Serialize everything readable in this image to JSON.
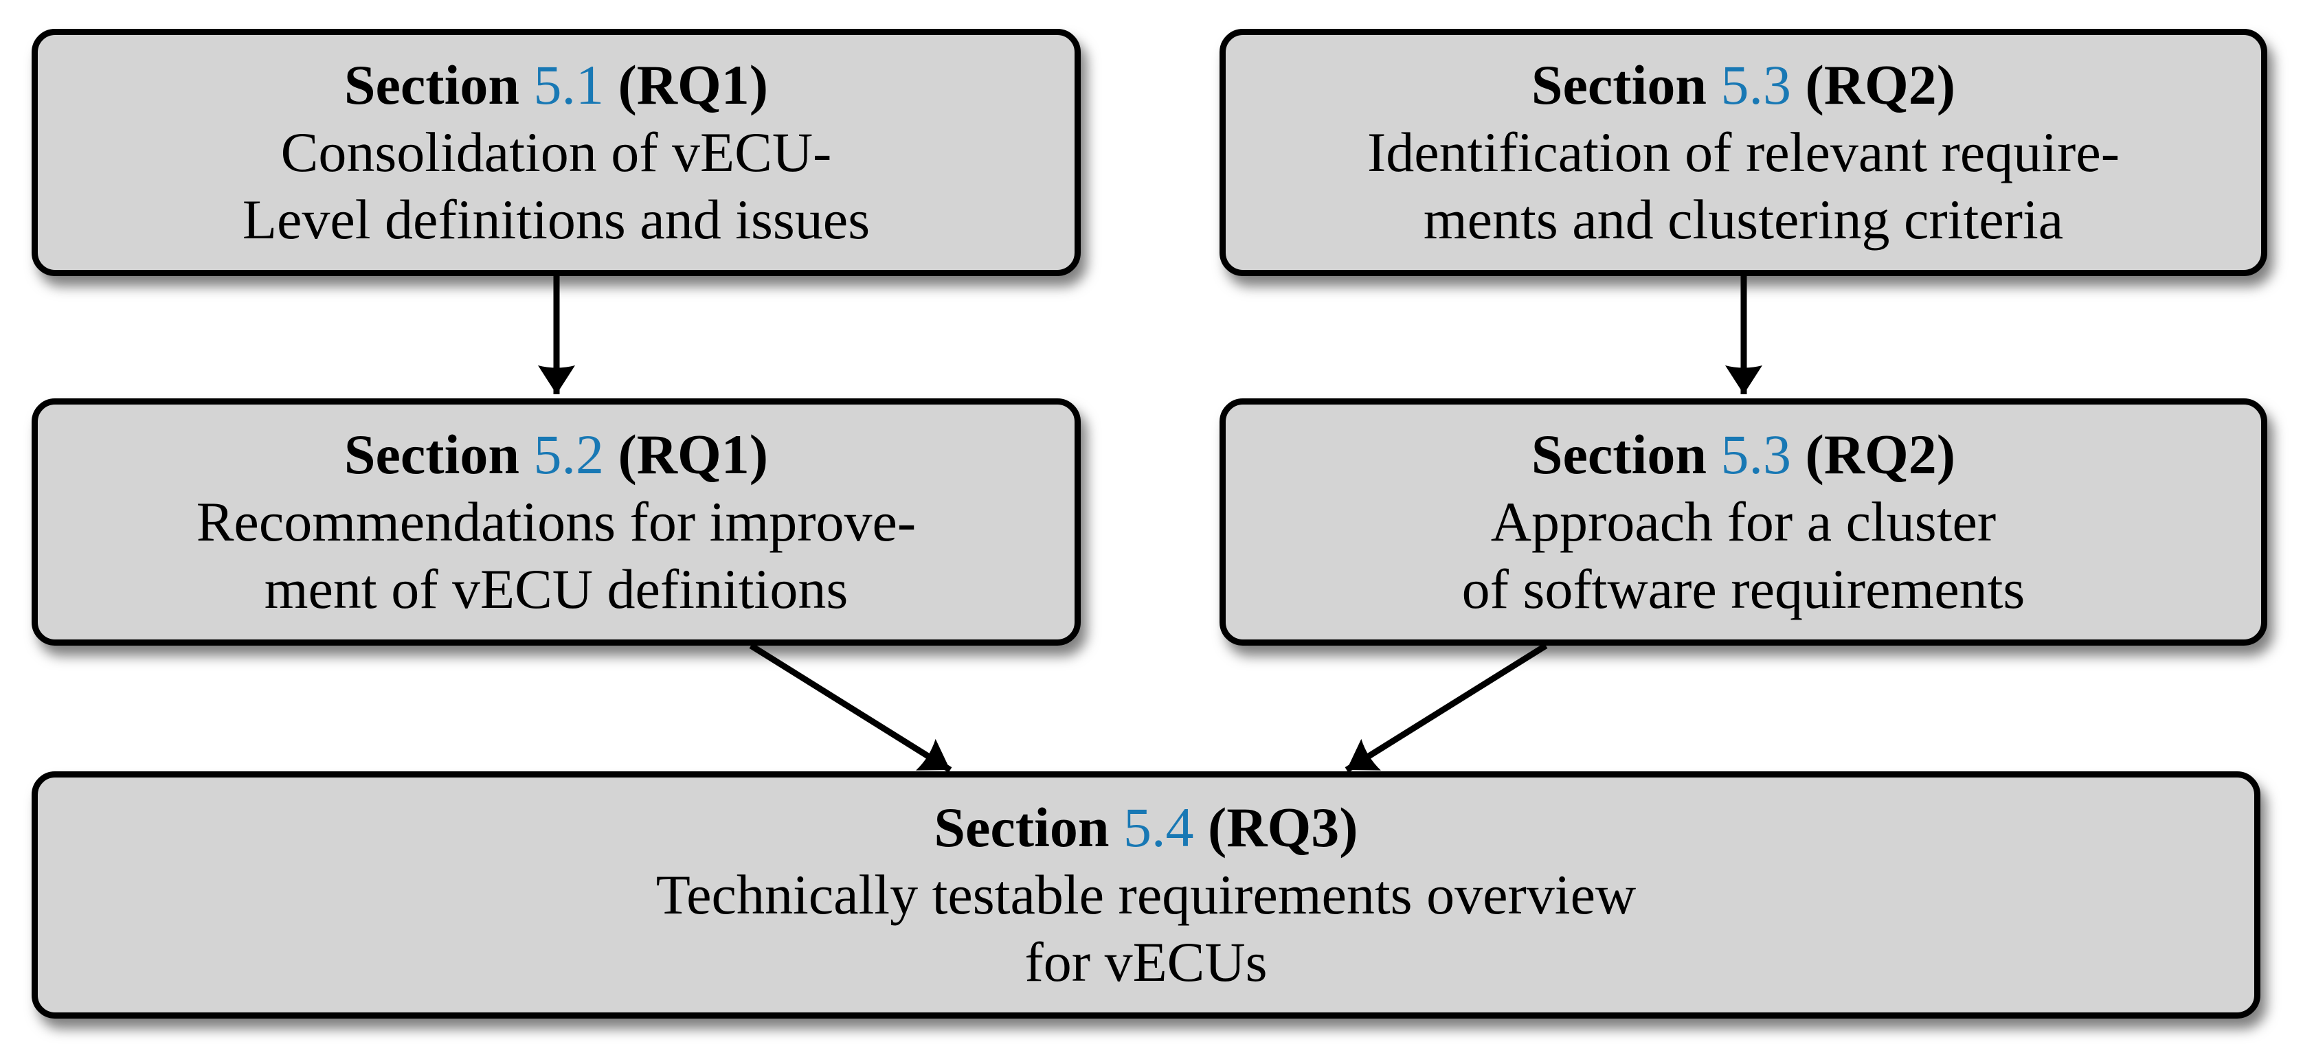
{
  "colors": {
    "background": "#ffffff",
    "box_fill": "#d4d4d4",
    "box_border": "#000000",
    "section_number_blue": "#1878b4",
    "text": "#000000",
    "arrow": "#000000"
  },
  "boxes": [
    {
      "id": "section-5-1",
      "title": {
        "section": "Section",
        "number": "5.1",
        "tag": "(RQ1)"
      },
      "lines": [
        "Consolidation of vECU-",
        "Level definitions and issues"
      ]
    },
    {
      "id": "section-5-3-top",
      "title": {
        "section": "Section",
        "number": "5.3",
        "tag": "(RQ2)"
      },
      "lines": [
        "Identification of relevant require-",
        "ments and clustering criteria"
      ]
    },
    {
      "id": "section-5-2",
      "title": {
        "section": "Section",
        "number": "5.2",
        "tag": "(RQ1)"
      },
      "lines": [
        "Recommendations for improve-",
        "ment of vECU definitions"
      ]
    },
    {
      "id": "section-5-3-bottom",
      "title": {
        "section": "Section",
        "number": "5.3",
        "tag": "(RQ2)"
      },
      "lines": [
        "Approach for a cluster",
        "of software requirements"
      ]
    },
    {
      "id": "section-5-4",
      "title": {
        "section": "Section",
        "number": "5.4",
        "tag": "(RQ3)"
      },
      "lines": [
        "Technically testable requirements overview",
        "for vECUs"
      ]
    }
  ],
  "edges": [
    {
      "from": "section-5-1",
      "to": "section-5-2"
    },
    {
      "from": "section-5-3-top",
      "to": "section-5-3-bottom"
    },
    {
      "from": "section-5-2",
      "to": "section-5-4"
    },
    {
      "from": "section-5-3-bottom",
      "to": "section-5-4"
    }
  ]
}
